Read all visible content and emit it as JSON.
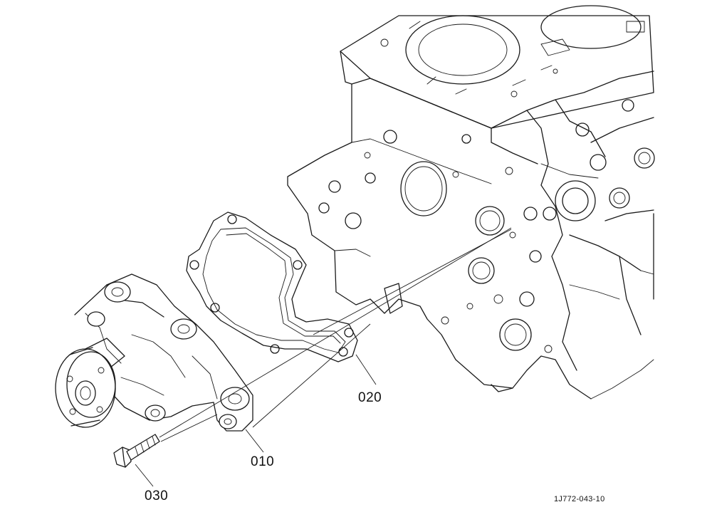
{
  "parts": [
    {
      "id": "010",
      "label": "010"
    },
    {
      "id": "020",
      "label": "020"
    },
    {
      "id": "030",
      "label": "030"
    }
  ],
  "drawing_number": "1J772-043-10",
  "colors": {
    "line": "#1a1a1a",
    "background": "#ffffff"
  }
}
